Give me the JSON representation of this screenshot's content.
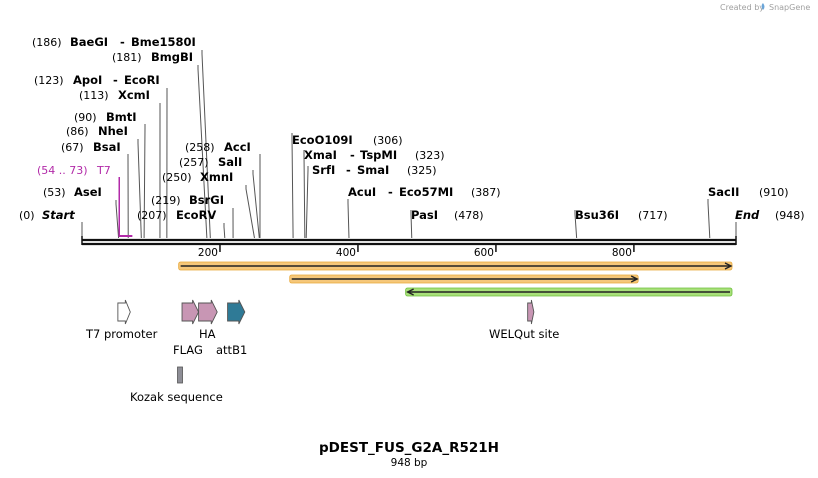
{
  "credit": {
    "created_by": "Created by",
    "brand": "SnapGene"
  },
  "map": {
    "name": "pDEST_FUS_G2A_R521H",
    "length_label": "948 bp",
    "length": 948,
    "start_label": "Start",
    "start_pos": "(0)",
    "end_label": "End",
    "end_pos": "(948)",
    "ticks": [
      200,
      400,
      600,
      800
    ]
  },
  "sites": [
    {
      "id": "baegi",
      "pos": 186,
      "pos_label": "(186)",
      "names": [
        "BaeGI",
        "Bme1580I"
      ]
    },
    {
      "id": "bmgbi",
      "pos": 181,
      "pos_label": "(181)",
      "names": [
        "BmgBI"
      ]
    },
    {
      "id": "apoi",
      "pos": 123,
      "pos_label": "(123)",
      "names": [
        "ApoI",
        "EcoRI"
      ]
    },
    {
      "id": "xcmi",
      "pos": 113,
      "pos_label": "(113)",
      "names": [
        "XcmI"
      ]
    },
    {
      "id": "bmti",
      "pos": 90,
      "pos_label": "(90)",
      "names": [
        "BmtI"
      ]
    },
    {
      "id": "nhei",
      "pos": 86,
      "pos_label": "(86)",
      "names": [
        "NheI"
      ]
    },
    {
      "id": "bsai",
      "pos": 67,
      "pos_label": "(67)",
      "names": [
        "BsaI"
      ]
    },
    {
      "id": "asei",
      "pos": 53,
      "pos_label": "(53)",
      "names": [
        "AseI"
      ]
    },
    {
      "id": "acci",
      "pos": 258,
      "pos_label": "(258)",
      "names": [
        "AccI"
      ]
    },
    {
      "id": "sali",
      "pos": 257,
      "pos_label": "(257)",
      "names": [
        "SalI"
      ]
    },
    {
      "id": "xmni",
      "pos": 250,
      "pos_label": "(250)",
      "names": [
        "XmnI"
      ]
    },
    {
      "id": "bsrgi",
      "pos": 219,
      "pos_label": "(219)",
      "names": [
        "BsrGI"
      ]
    },
    {
      "id": "ecorv",
      "pos": 207,
      "pos_label": "(207)",
      "names": [
        "EcoRV"
      ]
    },
    {
      "id": "ecoo109i",
      "pos": 306,
      "pos_label": "(306)",
      "names": [
        "EcoO109I"
      ]
    },
    {
      "id": "xmai",
      "pos": 323,
      "pos_label": "(323)",
      "names": [
        "XmaI",
        "TspMI"
      ]
    },
    {
      "id": "srfi",
      "pos": 325,
      "pos_label": "(325)",
      "names": [
        "SrfI",
        "SmaI"
      ]
    },
    {
      "id": "acui",
      "pos": 387,
      "pos_label": "(387)",
      "names": [
        "AcuI",
        "Eco57MI"
      ]
    },
    {
      "id": "pasi",
      "pos": 478,
      "pos_label": "(478)",
      "names": [
        "PasI"
      ]
    },
    {
      "id": "bsu36i",
      "pos": 717,
      "pos_label": "(717)",
      "names": [
        "Bsu36I"
      ]
    },
    {
      "id": "sacii",
      "pos": 910,
      "pos_label": "(910)",
      "names": [
        "SacII"
      ]
    }
  ],
  "t7_primer": {
    "range_label": "(54 .. 73)",
    "name": "T7",
    "start": 54,
    "end": 73
  },
  "orfs": [
    {
      "id": "orf-1",
      "start": 143,
      "end": 948,
      "direction": "forward",
      "fill": "#f5c77a",
      "outline": "#e8a93a"
    },
    {
      "id": "orf-2",
      "start": 304,
      "end": 812,
      "direction": "forward",
      "fill": "#f5c77a",
      "outline": "#e8a93a"
    },
    {
      "id": "orf-3",
      "start": 472,
      "end": 948,
      "direction": "reverse",
      "fill": "#a8e07a",
      "outline": "#6cbf3c"
    }
  ],
  "features": [
    {
      "id": "t7-promoter",
      "name": "T7 promoter",
      "start": 52,
      "end": 70,
      "color": "#ffffff"
    },
    {
      "id": "flag",
      "name": "FLAG",
      "start": 145,
      "end": 169,
      "color": "#c896b4"
    },
    {
      "id": "ha",
      "name": "HA",
      "start": 169,
      "end": 196,
      "color": "#c896b4"
    },
    {
      "id": "attb1",
      "name": "attB1",
      "start": 211,
      "end": 236,
      "color": "#2f7a96"
    },
    {
      "id": "welqut",
      "name": "WELQut site",
      "start": 646,
      "end": 655,
      "color": "#c896b4"
    },
    {
      "id": "kozak",
      "name": "Kozak sequence",
      "start": 137,
      "end": 147,
      "color": "#8e8e96"
    }
  ],
  "colors": {
    "primer": "#b22aa8",
    "lead_line": "#555555",
    "backbone": "#111111"
  }
}
